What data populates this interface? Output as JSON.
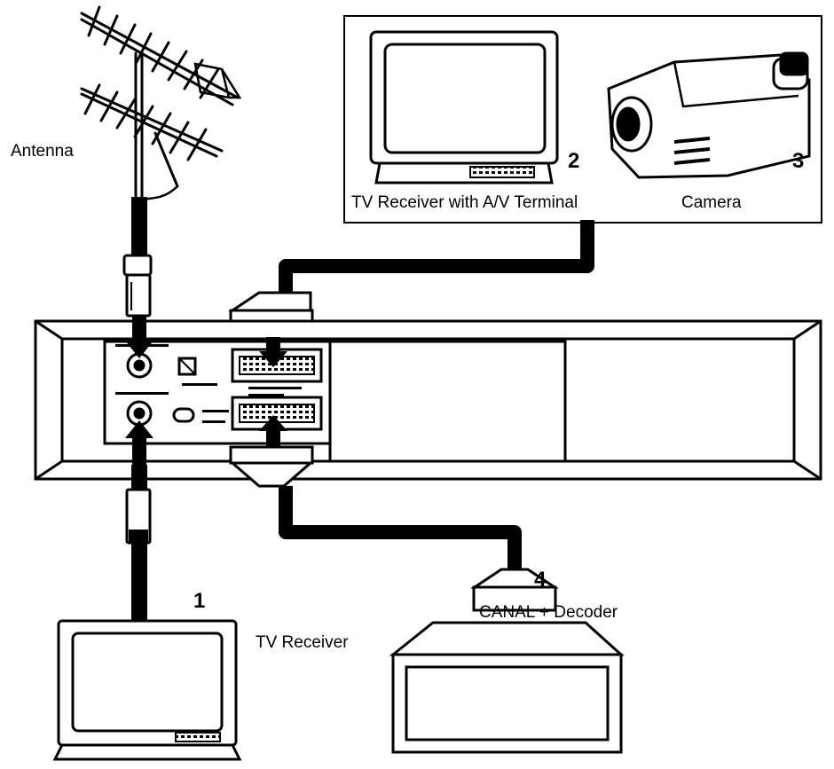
{
  "labels": {
    "antenna": "Antenna",
    "tv_av": "TV Receiver with A/V Terminal",
    "camera": "Camera",
    "tv_receiver": "TV Receiver",
    "decoder": "CANAL + Decoder",
    "n1": "1",
    "n2": "2",
    "n3": "3",
    "n4": "4"
  }
}
